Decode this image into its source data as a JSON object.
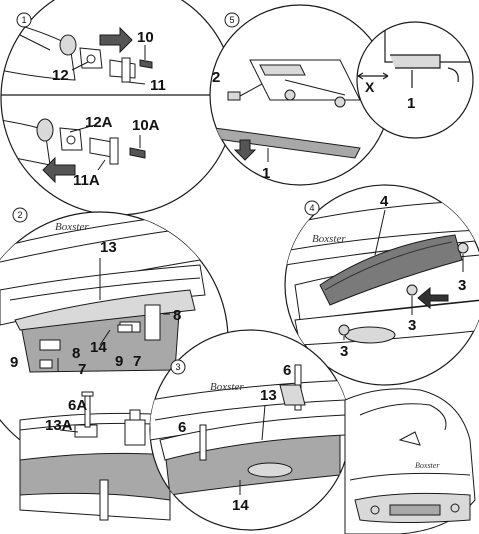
{
  "panels": {
    "p1": {
      "step": "1",
      "labels": {
        "l10": "10",
        "l12": "12",
        "l11": "11",
        "l12a": "12A",
        "l10a": "10A",
        "l11a": "11A"
      }
    },
    "p5": {
      "step": "5",
      "labels": {
        "l2": "2",
        "l1a": "1",
        "lx": "X",
        "l1b": "1"
      }
    },
    "p2": {
      "step": "2",
      "brand": "Boxster",
      "labels": {
        "l13": "13",
        "l8a": "8",
        "l14": "14",
        "l9a": "9",
        "l8b": "8",
        "l7a": "7",
        "l9b": "9",
        "l7b": "7"
      }
    },
    "p4": {
      "step": "4",
      "brand": "Boxster",
      "labels": {
        "l4": "4",
        "l3a": "3",
        "l3b": "3",
        "l3c": "3"
      }
    },
    "p3": {
      "step": "3",
      "brand": "Boxster",
      "labels": {
        "l6a": "6A",
        "l13a": "13A",
        "l6b": "6",
        "l13": "13",
        "l6c": "6",
        "l14": "14"
      }
    },
    "car": {
      "brand": "Boxster"
    }
  },
  "colors": {
    "stroke": "#1a1a1a",
    "fill_grey": "#a8a8a8",
    "fill_dark": "#7a7a7a",
    "fill_light": "#d9d9d9"
  }
}
